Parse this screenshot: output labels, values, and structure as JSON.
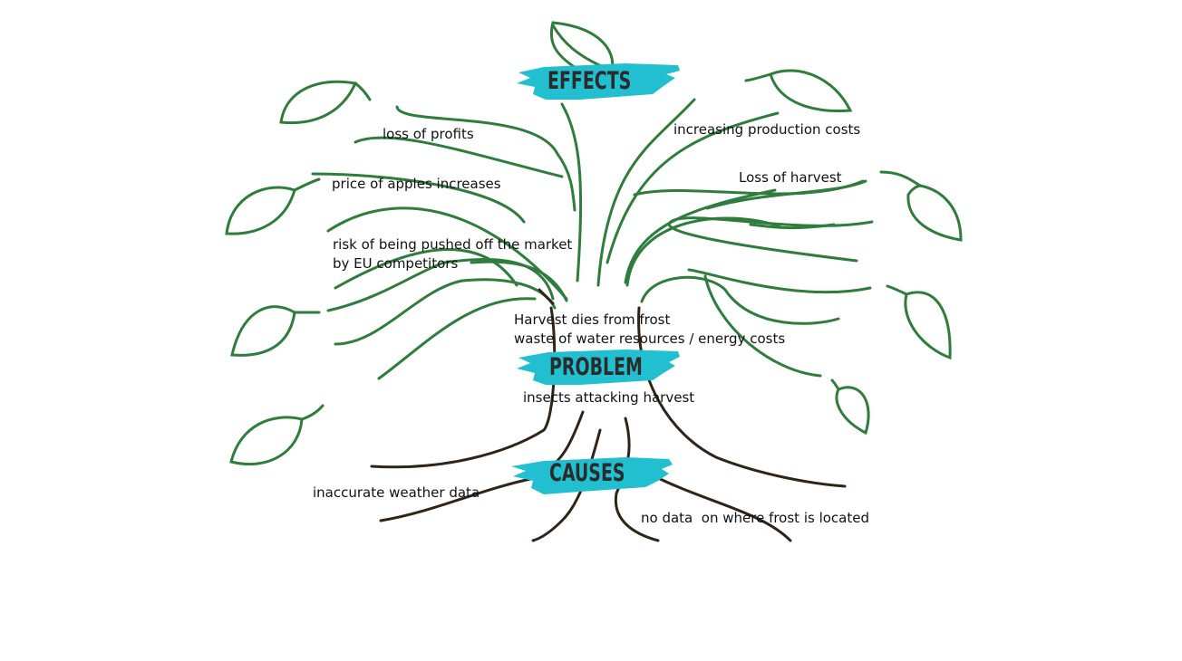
{
  "sections": {
    "effects": "EFFECTS",
    "problem": "PROBLEM",
    "causes": "CAUSES"
  },
  "effects": {
    "loss_of_profits": "loss of profits",
    "price_increase": "price of apples increases",
    "pushed_off_line1": "risk of being pushed off the market",
    "pushed_off_line2": "by EU competitors",
    "production_costs": "increasing production costs",
    "loss_of_harvest": "Loss of harvest"
  },
  "problem": {
    "line1": "Harvest dies from frost",
    "line2": "waste of water resources / energy costs",
    "line3": "insects attacking harvest"
  },
  "causes": {
    "weather_data": "inaccurate weather data",
    "frost_location": "no data  on where frost is located"
  },
  "colors": {
    "branch": "#2e7d3c",
    "root": "#2f2417",
    "banner": "#22bfd1",
    "text": "#111111"
  }
}
